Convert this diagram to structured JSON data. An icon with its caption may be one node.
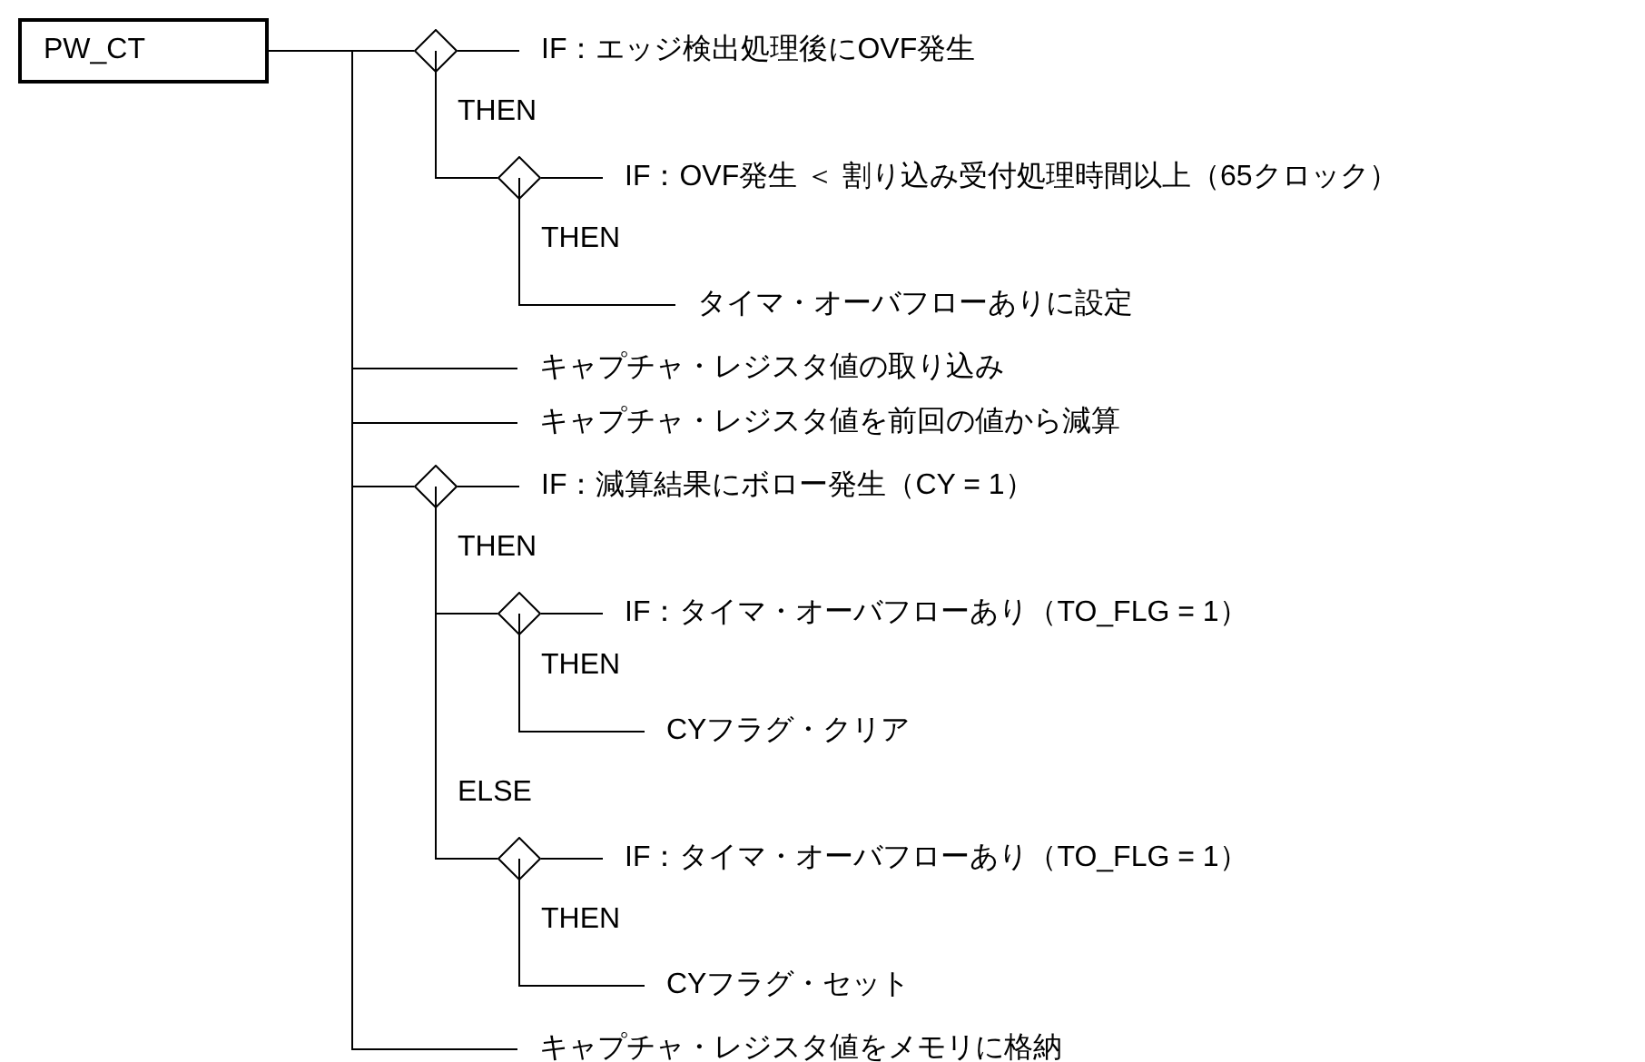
{
  "diagram": {
    "nodes": [
      {
        "text": [
          "PW_CT"
        ]
      },
      {
        "text": [],
        "shape": "diamond"
      },
      {
        "text": [
          "IF：エッジ検出処理後にOVF発生"
        ]
      },
      {
        "text": [],
        "shape": "diamond"
      },
      {
        "text": [
          "IF：OVF発生 ＜ 割り込み受付処理時間以上（65クロック）"
        ]
      },
      {
        "text": [
          "タイマ・オーバフローありに設定"
        ]
      },
      {
        "text": [
          "キャプチャ・レジスタ値の取り込み"
        ]
      },
      {
        "text": [
          "キャプチャ・レジスタ値を前回の値から減算"
        ]
      },
      {
        "text": [],
        "shape": "diamond"
      },
      {
        "text": [
          "IF：減算結果にボロー発生（CY = 1）"
        ]
      },
      {
        "text": [],
        "shape": "diamond"
      },
      {
        "text": [
          "IF：タイマ・オーバフローあり（TO_FLG = 1）"
        ]
      },
      {
        "text": [
          "CYフラグ・クリア"
        ]
      },
      {
        "text": [],
        "shape": "diamond"
      },
      {
        "text": [
          "IF：タイマ・オーバフローあり（TO_FLG = 1）"
        ]
      },
      {
        "text": [
          "CYフラグ・セット"
        ]
      },
      {
        "text": [
          "キャプチャ・レジスタ値をメモリに格納"
        ]
      }
    ],
    "edges": [
      {
        "from": 0,
        "to": 1,
        "arrow": "none"
      },
      {
        "from": 1,
        "to": 2,
        "arrow": "none"
      },
      {
        "from": 1,
        "to": 3,
        "arrow": "none",
        "label": "THEN"
      },
      {
        "from": 3,
        "to": 4,
        "arrow": "none"
      },
      {
        "from": 3,
        "to": 5,
        "arrow": "none",
        "label": "THEN"
      },
      {
        "from": 0,
        "to": 6,
        "arrow": "none"
      },
      {
        "from": 0,
        "to": 7,
        "arrow": "none"
      },
      {
        "from": 0,
        "to": 8,
        "arrow": "none"
      },
      {
        "from": 8,
        "to": 9,
        "arrow": "none"
      },
      {
        "from": 8,
        "to": 10,
        "arrow": "none",
        "label": "THEN"
      },
      {
        "from": 10,
        "to": 11,
        "arrow": "none"
      },
      {
        "from": 10,
        "to": 12,
        "arrow": "none",
        "label": "THEN"
      },
      {
        "from": 8,
        "to": 13,
        "arrow": "none",
        "label": "ELSE"
      },
      {
        "from": 13,
        "to": 14,
        "arrow": "none"
      },
      {
        "from": 13,
        "to": 15,
        "arrow": "none",
        "label": "THEN"
      },
      {
        "from": 0,
        "to": 16,
        "arrow": "none"
      }
    ]
  }
}
